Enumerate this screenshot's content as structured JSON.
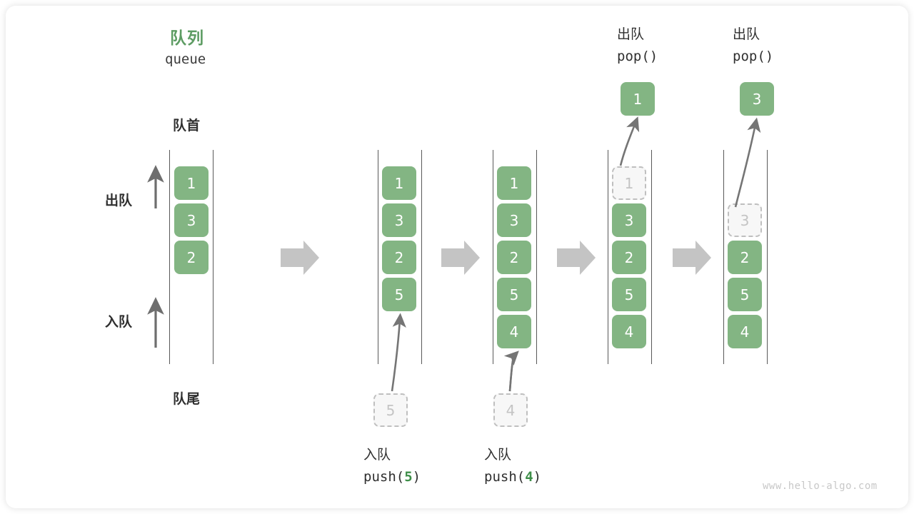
{
  "diagram": {
    "title_cn": "队列",
    "title_en": "queue",
    "head_label": "队首",
    "tail_label": "队尾",
    "dequeue_label": "出队",
    "enqueue_label": "入队",
    "watermark": "www.hello-algo.com",
    "accent_green": "#83b583",
    "title_green": "#5d9c63",
    "ghost_gray": "#c4c4c4",
    "arrow_gray": "#6e6e6e",
    "step_arrow_gray": "#c4c4c4"
  },
  "columns": [
    {
      "id": "initial",
      "cells": [
        {
          "value": "1",
          "state": "filled"
        },
        {
          "value": "3",
          "state": "filled"
        },
        {
          "value": "2",
          "state": "filled"
        }
      ],
      "caption_cn": "",
      "caption_code": "",
      "incoming": null,
      "outgoing": null
    },
    {
      "id": "push-5",
      "cells": [
        {
          "value": "1",
          "state": "filled"
        },
        {
          "value": "3",
          "state": "filled"
        },
        {
          "value": "2",
          "state": "filled"
        },
        {
          "value": "5",
          "state": "filled"
        }
      ],
      "caption_cn": "入队",
      "caption_code_prefix": "push(",
      "caption_code_num": "5",
      "caption_code_suffix": ")",
      "incoming": {
        "value": "5",
        "state": "ghost"
      },
      "outgoing": null
    },
    {
      "id": "push-4",
      "cells": [
        {
          "value": "1",
          "state": "filled"
        },
        {
          "value": "3",
          "state": "filled"
        },
        {
          "value": "2",
          "state": "filled"
        },
        {
          "value": "5",
          "state": "filled"
        },
        {
          "value": "4",
          "state": "filled"
        }
      ],
      "caption_cn": "入队",
      "caption_code_prefix": "push(",
      "caption_code_num": "4",
      "caption_code_suffix": ")",
      "incoming": {
        "value": "4",
        "state": "ghost"
      },
      "outgoing": null
    },
    {
      "id": "pop-1",
      "cells": [
        {
          "value": "1",
          "state": "ghost"
        },
        {
          "value": "3",
          "state": "filled"
        },
        {
          "value": "2",
          "state": "filled"
        },
        {
          "value": "5",
          "state": "filled"
        },
        {
          "value": "4",
          "state": "filled"
        }
      ],
      "caption_cn": "出队",
      "caption_code_prefix": "pop(",
      "caption_code_num": "",
      "caption_code_suffix": ")",
      "incoming": null,
      "outgoing": {
        "value": "1",
        "state": "filled"
      }
    },
    {
      "id": "pop-3",
      "cells": [
        {
          "value": "",
          "state": "empty"
        },
        {
          "value": "3",
          "state": "ghost"
        },
        {
          "value": "2",
          "state": "filled"
        },
        {
          "value": "5",
          "state": "filled"
        },
        {
          "value": "4",
          "state": "filled"
        }
      ],
      "caption_cn": "出队",
      "caption_code_prefix": "pop(",
      "caption_code_num": "",
      "caption_code_suffix": ")",
      "incoming": null,
      "outgoing": {
        "value": "3",
        "state": "filled"
      }
    }
  ]
}
